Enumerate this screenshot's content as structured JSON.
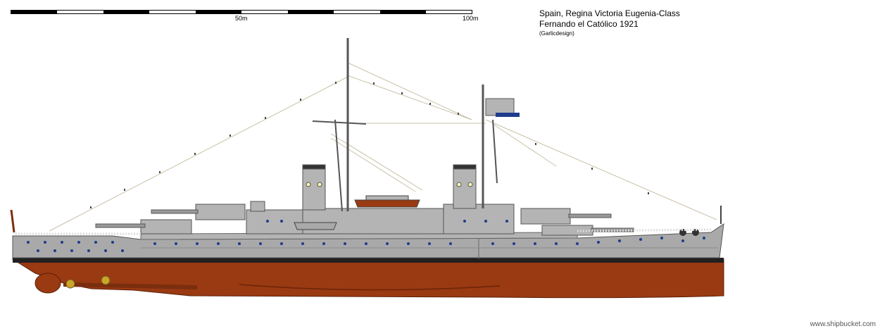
{
  "scale": {
    "label_mid": "50m",
    "label_end": "100m"
  },
  "title": {
    "line1": "Spain, Regina Victoria Eugenia-Class",
    "line2": "Fernando el Católico 1921",
    "credit": "(Garlicdesign)"
  },
  "watermark": "www.shipbucket.com",
  "colors": {
    "hull_upper": "#a9a9a9",
    "hull_lower": "#9a3a12",
    "boot_top": "#202020",
    "portholes": "#1e3c8c",
    "background": "#ffffff",
    "superstructure": "#b4b4b4"
  },
  "icons": {
    "ship": "battleship-profile-drawing",
    "scale": "scale-bar"
  }
}
